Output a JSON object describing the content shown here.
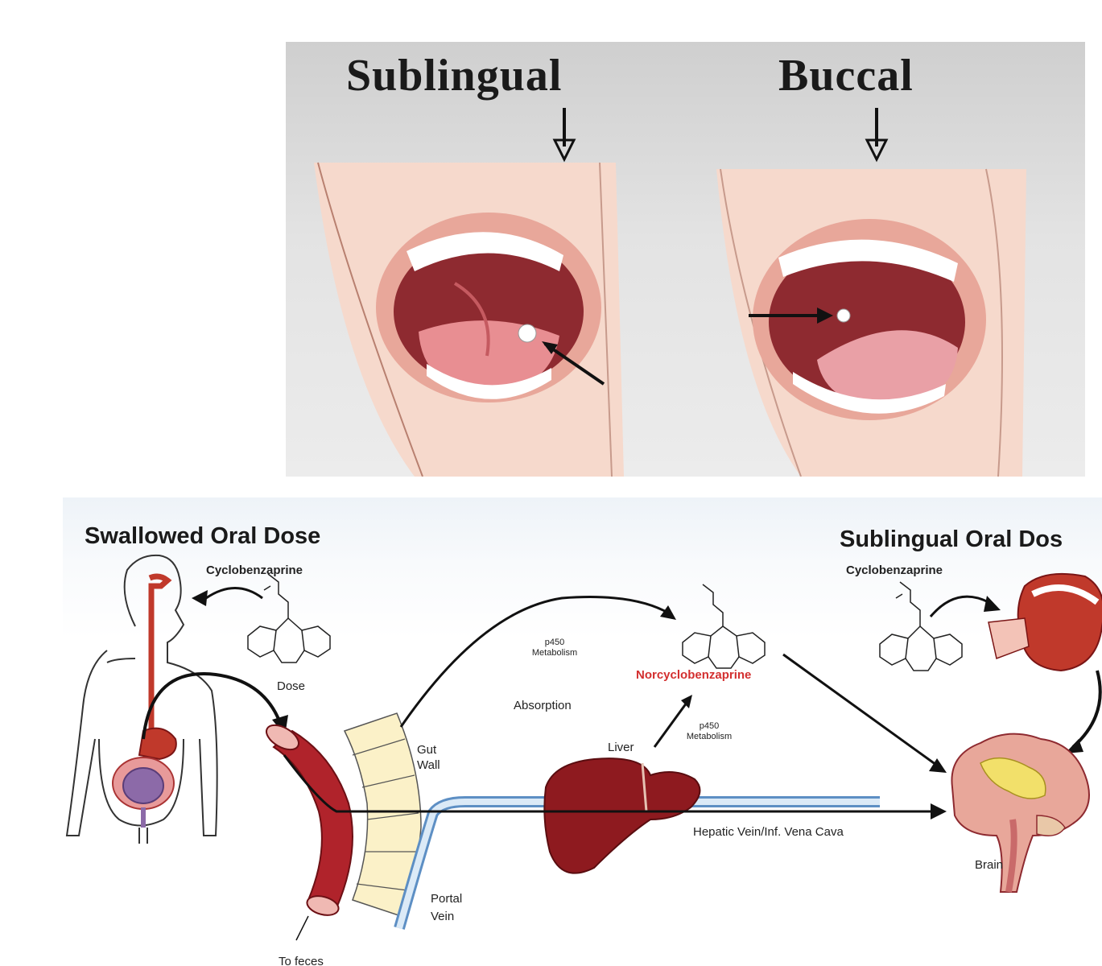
{
  "top": {
    "sublingual_title": "Sublingual",
    "buccal_title": "Buccal"
  },
  "bottom": {
    "swallowed_title": "Swallowed Oral Dose",
    "sublingual_title": "Sublingual Oral Dos",
    "cyclobenzaprine_left": "Cyclobenzaprine",
    "cyclobenzaprine_right": "Cyclobenzaprine",
    "dose": "Dose",
    "p450_metabolism_top": "p450 Metabolism",
    "absorption": "Absorption",
    "norcyclobenzaprine": "Norcyclobenzaprine",
    "p450_metabolism_liver": "p450 Metabolism",
    "liver": "Liver",
    "gut_wall": "Gut Wall",
    "hepatic_vein": "Hepatic  Vein/Inf. Vena Cava",
    "portal_vein": "Portal Vein",
    "brain": "Brain",
    "to_feces": "To feces"
  },
  "colors": {
    "organ_red": "#8e1a1f",
    "tissue_pink": "#e8a79a",
    "vein_blue": "#9cc3e4",
    "label_red": "#d32f2f"
  }
}
